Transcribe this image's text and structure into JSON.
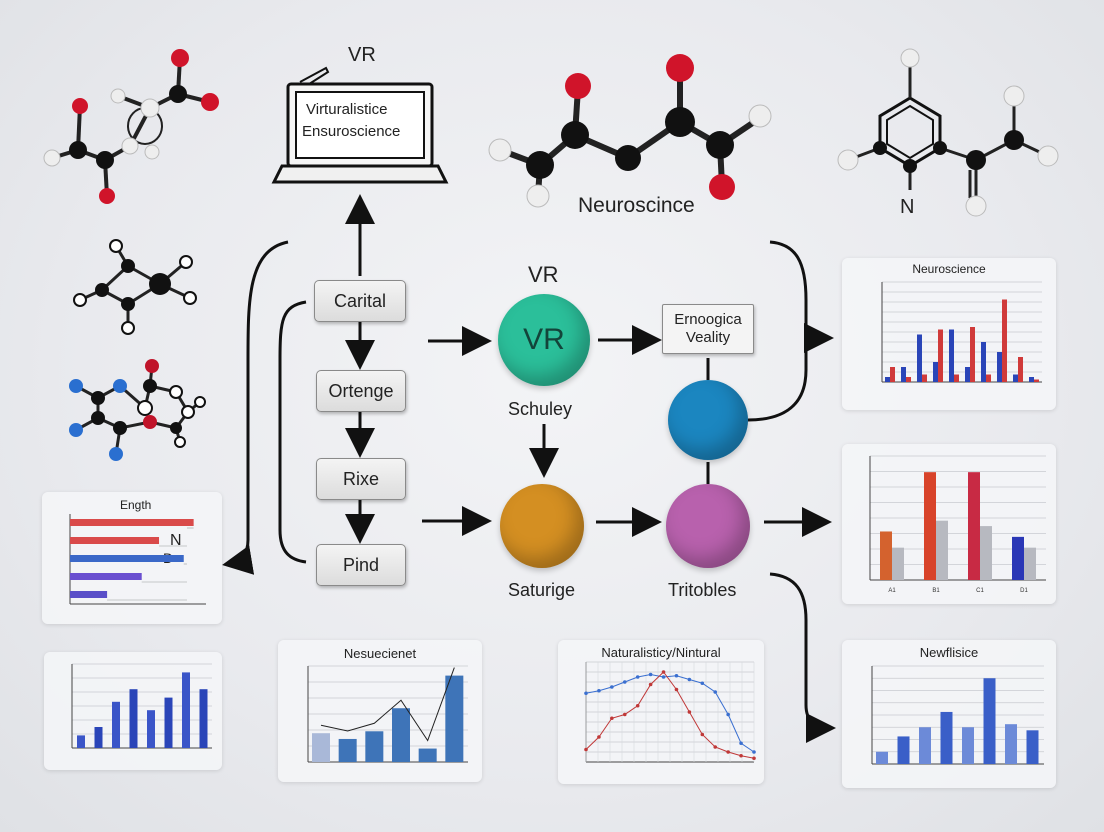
{
  "top": {
    "laptop_caption": "VR",
    "laptop_screen_line1": "Virturalistice",
    "laptop_screen_line2": "Ensuroscience",
    "molecule_caption": "Neuroscince",
    "right_molecule_label": "N"
  },
  "flow": {
    "boxes": [
      "Carital",
      "Ortenge",
      "Rixe",
      "Pind"
    ],
    "vr_caption": "VR",
    "vr_node": "VR",
    "schuley": "Schuley",
    "saturige": "Saturige",
    "tritobles": "Tritobles",
    "ernoogica_line1": "Ernoogica",
    "ernoogica_line2": "Veality"
  },
  "colors": {
    "vr_node": "#2bbf9a",
    "saturige_node": "#d48f22",
    "blue_node": "#1b86c0",
    "tritobles_node": "#b861ad",
    "bar_blue": "#2a45b8",
    "bar_red": "#d03a3a"
  },
  "panels": {
    "top_right_title": "Neuroscience",
    "mid_right_title": "",
    "bottom_right_title": "Newflisice",
    "left_bar_title": "Ength",
    "left_bar_marker_1": "N",
    "left_bar_marker_2": "D",
    "bottom_left_title": "",
    "bottom_center_left_title": "Nesuecienet",
    "bottom_center_title": "Naturalisticy/Nintural"
  },
  "chart_data": [
    {
      "type": "bar",
      "title": "Neuroscience",
      "series": [
        {
          "values": [
            2,
            6,
            19,
            8,
            21,
            6,
            16,
            12,
            3,
            2
          ]
        },
        {
          "values": [
            6,
            2,
            3,
            21,
            3,
            22,
            3,
            33,
            10,
            1
          ]
        }
      ],
      "ylim": [
        0,
        40
      ]
    },
    {
      "type": "bar",
      "categories": [
        "A1",
        "B1",
        "C1",
        "D1"
      ],
      "series": [
        {
          "values": [
            9,
            20,
            20,
            8
          ]
        },
        {
          "values": [
            6,
            11,
            10,
            6
          ]
        }
      ],
      "ylim": [
        0,
        23
      ]
    },
    {
      "type": "bar",
      "title": "Newflisice",
      "values": [
        4,
        9,
        12,
        17,
        12,
        28,
        13,
        11
      ],
      "ylim": [
        0,
        32
      ]
    },
    {
      "type": "bar",
      "title": "Ength",
      "values": [
        100,
        72,
        92,
        58,
        30
      ],
      "xlim": [
        0,
        110
      ]
    },
    {
      "type": "bar",
      "values": [
        3,
        5,
        11,
        14,
        9,
        12,
        18,
        14
      ],
      "ylim": [
        0,
        20
      ]
    },
    {
      "type": "bar",
      "title": "Nesuecienet",
      "values": [
        150,
        120,
        160,
        280,
        70,
        450
      ],
      "ylim": [
        0,
        500
      ]
    },
    {
      "type": "line",
      "title": "Naturalisticy/Nintural",
      "x": [
        1,
        2,
        3,
        4,
        5,
        6,
        7,
        8,
        9,
        10,
        11,
        12,
        13,
        14
      ],
      "series": [
        {
          "values": [
            55,
            57,
            60,
            64,
            68,
            70,
            68,
            69,
            66,
            63,
            56,
            38,
            15,
            8
          ]
        },
        {
          "values": [
            10,
            20,
            35,
            38,
            45,
            62,
            72,
            58,
            40,
            22,
            12,
            8,
            5,
            3
          ]
        }
      ],
      "ylim": [
        0,
        80
      ]
    }
  ]
}
